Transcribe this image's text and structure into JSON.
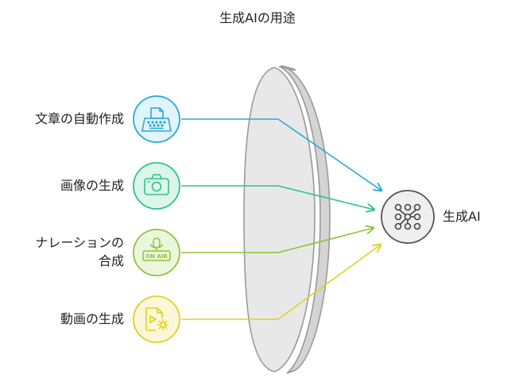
{
  "title": "生成AIの用途",
  "inputs": [
    {
      "id": "text",
      "label": "文章の自動作成",
      "icon": "typewriter-icon",
      "color": "#29a8d8",
      "fill": "#e1f4fb"
    },
    {
      "id": "image",
      "label": "画像の生成",
      "icon": "camera-icon",
      "color": "#2fc08a",
      "fill": "#dcf6ea"
    },
    {
      "id": "narration",
      "label_line1": "ナレーションの",
      "label_line2": "合成",
      "icon": "on-air-microphone-icon",
      "color": "#8cc43c",
      "fill": "#ecf6dc"
    },
    {
      "id": "video",
      "label": "動画の生成",
      "icon": "video-file-gear-icon",
      "color": "#e3cf21",
      "fill": "#fbf7d8"
    }
  ],
  "output": {
    "label": "生成AI",
    "icon": "neural-network-icon",
    "color": "#555555",
    "fill": "#efefef"
  },
  "lens": {
    "color": "#999999",
    "fill": "#e6e6e6"
  }
}
